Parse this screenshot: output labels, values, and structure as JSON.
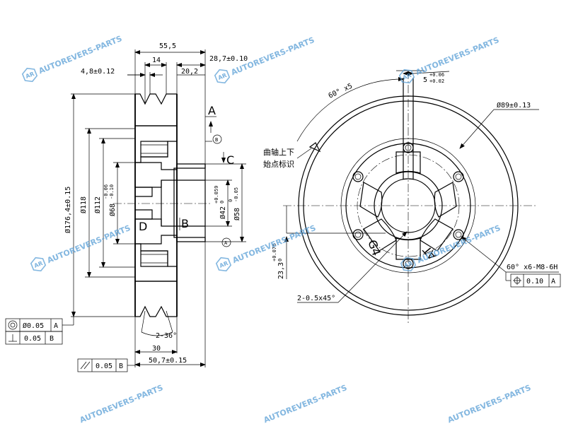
{
  "dimensions": {
    "overall_width": "55,5",
    "groove_pitch": "14",
    "hub_offset": "28,7±0.10",
    "left_offset": "4,8±0.12",
    "groove_section": "20,2",
    "outer_dia": "Ø176,4±0.15",
    "dia_118": "Ø118",
    "dia_112": "Ø112",
    "dia_68": "Ø68",
    "dia_68_tol_upper": "-0.06",
    "dia_68_tol_lower": "-0.10",
    "dia_42": "Ø42",
    "dia_42_tol_upper": "+0.059",
    "dia_42_tol_lower": "0",
    "dia_58": "Ø58",
    "dia_58_tol_upper": "0",
    "dia_58_tol_lower": "-0.05",
    "groove_angle": "2-36°",
    "width_30": "30",
    "width_50": "50,7±0.15",
    "angle_60": "60° x5",
    "keyway": "5",
    "keyway_tol_upper": "+0.06",
    "keyway_tol_lower": "+0.02",
    "dia_89": "Ø89±0.13",
    "hub_23": "23,3",
    "hub_23_tol_upper": "+0.076",
    "hub_23_tol_lower": "0",
    "chamfer": "2-0.5x45°",
    "threads": "60° x6-M8-6H"
  },
  "datums": {
    "a": "A",
    "b": "B",
    "c": "C",
    "d": "D",
    "b_circle": "B",
    "a_circle": "A"
  },
  "tolerance_frames": {
    "concentricity": {
      "value": "Ø0.05",
      "datum": "A"
    },
    "perpendicularity": {
      "value": "0.05",
      "datum": "B"
    },
    "parallelism": {
      "value": "0.05",
      "datum": "B"
    },
    "position": {
      "value": "0.10",
      "datum": "A"
    }
  },
  "notes": {
    "crank_line1": "曲轴上下",
    "crank_line2": "始点标识"
  },
  "engraving": {
    "g4": "G4",
    "at": "AT"
  },
  "watermark": {
    "text": "AUTOREVERS-PARTS",
    "logo": "AR",
    "color": "#5a9fd6"
  },
  "icons": {
    "concentricity": "concentricity-icon",
    "perpendicularity": "perpendicularity-icon",
    "parallelism": "parallelism-icon",
    "position": "position-icon"
  }
}
